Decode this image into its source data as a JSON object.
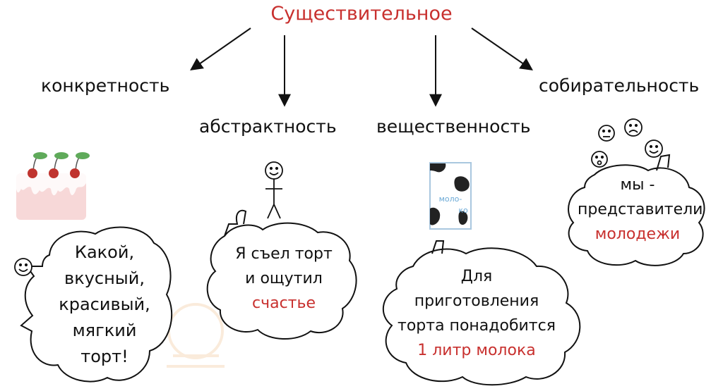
{
  "title": "Существительное",
  "categories": [
    "конкретность",
    "абстрактность",
    "вещественность",
    "собирательность"
  ],
  "bubbles": {
    "cake": {
      "lines": [
        "Какой,",
        "вкусный,",
        "красивый,",
        "мягкий",
        "торт!"
      ]
    },
    "stick": {
      "line1": "Я съел торт",
      "line2": "и ощутил",
      "highlight": "счастье"
    },
    "milk": {
      "line1": "Для",
      "line2": "приготовления",
      "line3": "торта понадобится",
      "highlight": "1 литр молока"
    },
    "group": {
      "line1": "мы -",
      "line2": "представители",
      "highlight": "молодежи"
    }
  },
  "milk_label": [
    "моло-",
    "ко"
  ],
  "colors": {
    "accent": "#c8302e",
    "milk_label": "#6aa9d6",
    "cake": "#f7d8d8",
    "cherry": "#c0342f",
    "leaf": "#5faa5a"
  }
}
